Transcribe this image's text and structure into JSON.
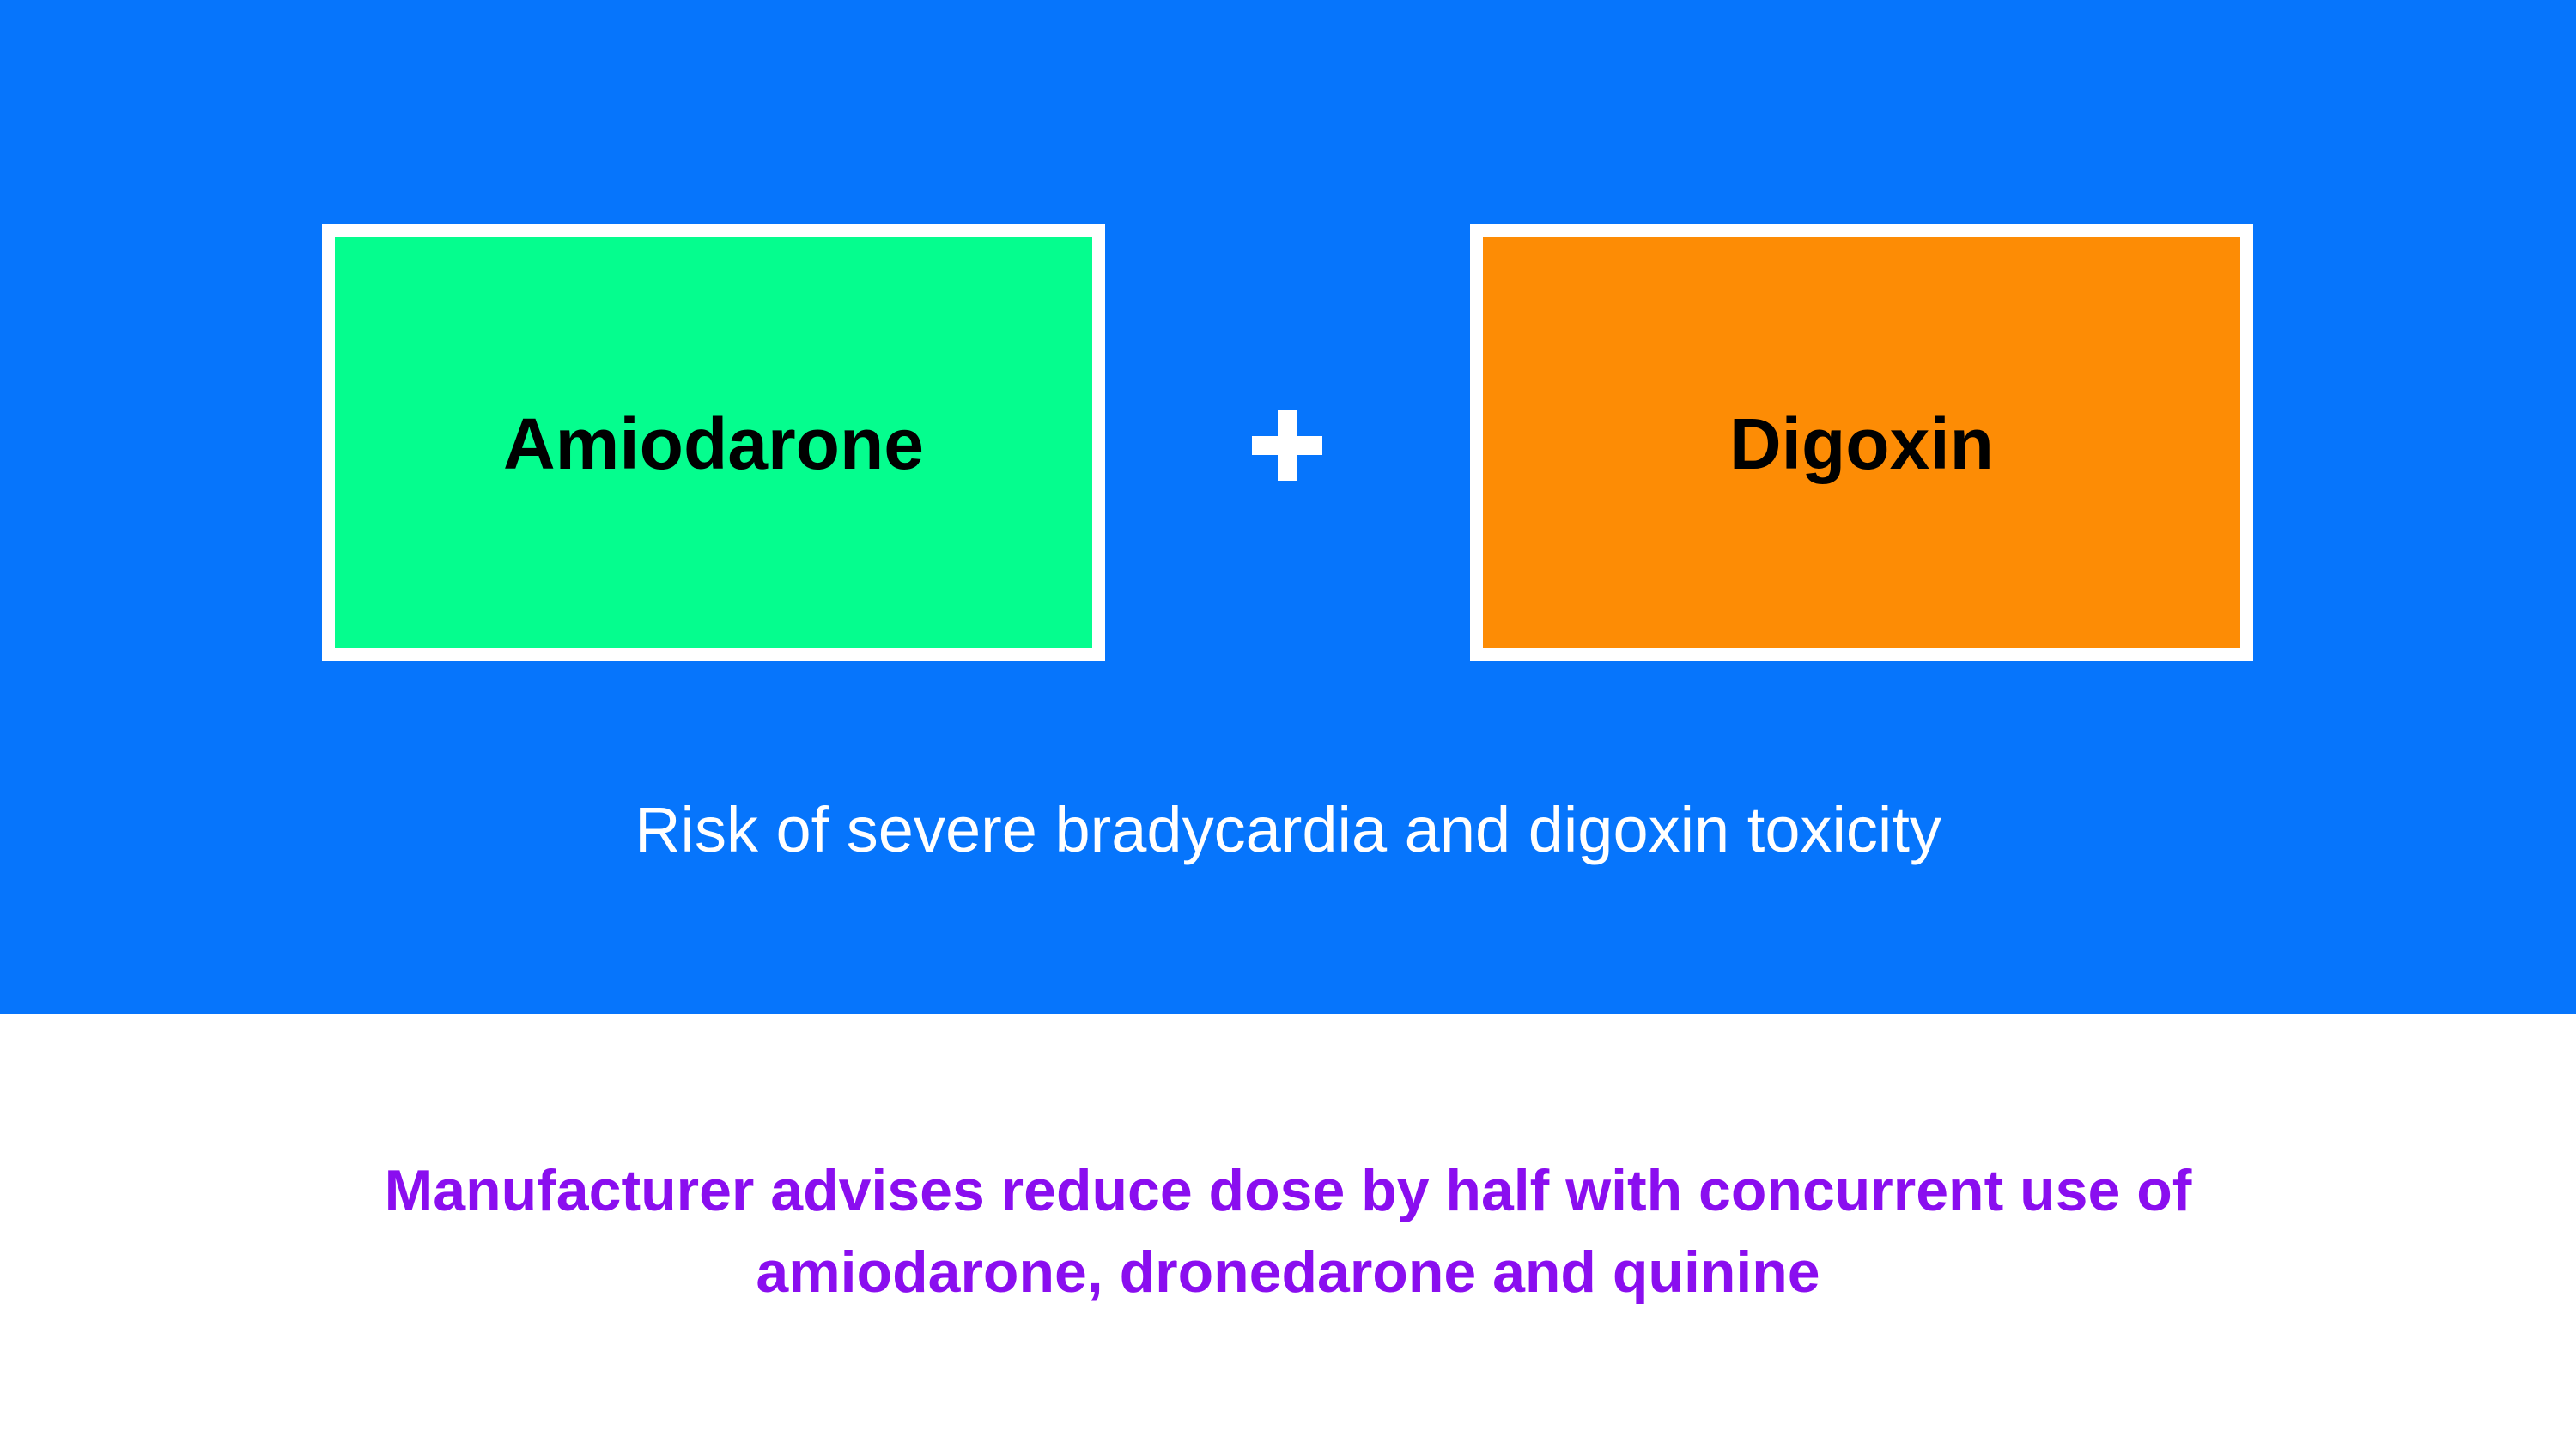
{
  "colors": {
    "background_top": "#0675FC",
    "background_bottom": "#FFFFFF",
    "drug_a_box": "#05FD8E",
    "drug_b_box": "#FD8C05",
    "advice_text": "#8A0EEF"
  },
  "interaction": {
    "drug_a": "Amiodarone",
    "operator_icon": "plus-icon",
    "drug_b": "Digoxin",
    "risk": "Risk of severe bradycardia and digoxin toxicity"
  },
  "advice": {
    "line1": "Manufacturer advises reduce dose by half with concurrent use of",
    "line2": "amiodarone, dronedarone and quinine"
  }
}
